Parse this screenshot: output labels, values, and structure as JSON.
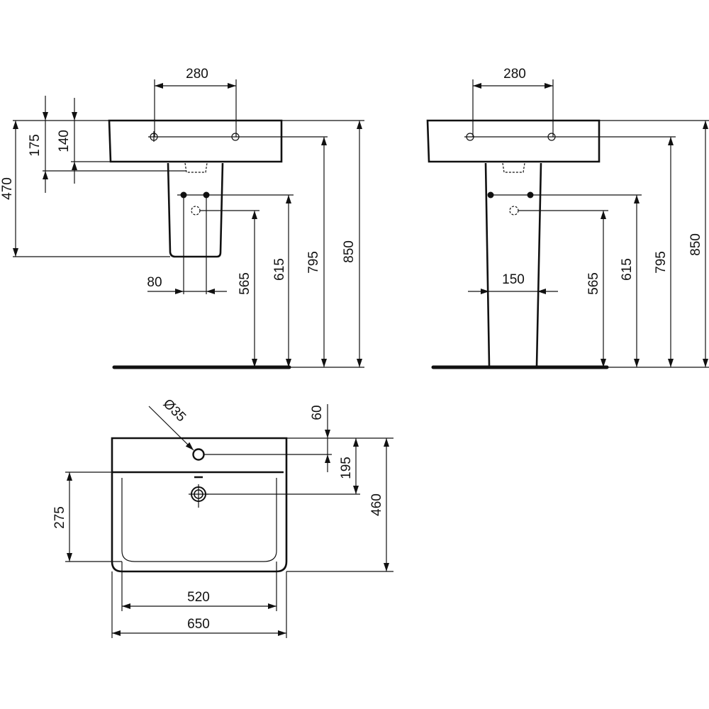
{
  "side_view_wall_hung": {
    "tap_spacing": "280",
    "dim_175": "175",
    "dim_140": "140",
    "dim_470": "470",
    "dim_80": "80",
    "dim_565": "565",
    "dim_615": "615",
    "dim_795": "795",
    "dim_850": "850"
  },
  "side_view_pedestal": {
    "tap_spacing": "280",
    "dim_150": "150",
    "dim_565": "565",
    "dim_615": "615",
    "dim_795": "795",
    "dim_850": "850"
  },
  "top_view": {
    "tap_hole_diameter": "Ø35",
    "dim_60": "60",
    "dim_195": "195",
    "dim_460": "460",
    "dim_275": "275",
    "dim_520": "520",
    "dim_650": "650"
  }
}
